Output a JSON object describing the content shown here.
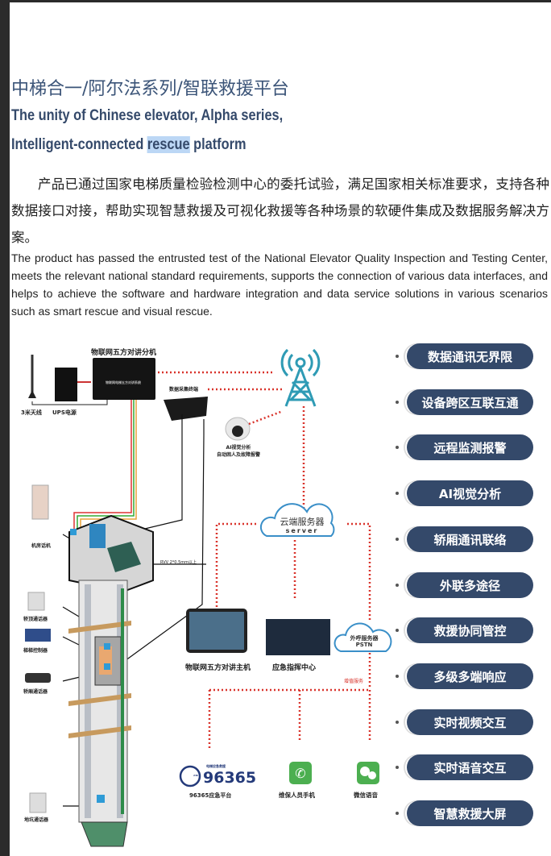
{
  "title_cn": "中梯合一/阿尔法系列/智联救援平台",
  "title_en_line1": "The unity of Chinese elevator, Alpha series,",
  "title_en_line2_before": "Intelligent-connected ",
  "title_en_line2_highlight": "rescue",
  "title_en_line2_after": " platform",
  "desc_cn": "产品已通过国家电梯质量检验检测中心的委托试验，满足国家相关标准要求，支持各种数据接口对接，帮助实现智慧救援及可视化救援等各种场景的软硬件集成及数据服务解决方案。",
  "desc_en": "The product has passed the entrusted test of the National Elevator Quality Inspection and Testing Center, meets the relevant national standard requirements, supports the connection of various data interfaces, and helps to achieve the software and hardware integration and data service solutions in various scenarios such as smart rescue and visual rescue.",
  "diagram": {
    "intercom_unit": "物联网五方对讲分机",
    "intercom_unit_face": "物联网电梯五方对讲系统",
    "antenna": "3米天线",
    "ups": "UPS电源",
    "data_terminal": "数据采集终端",
    "camera_line1": "AI视觉分析",
    "camera_line2": "自动困人及故障报警",
    "machine_room_phone": "机房话机",
    "car_top": "轿顶通话器",
    "controller": "梯梯控制器",
    "car_intercom": "轿厢通话器",
    "pit": "地坑通话器",
    "cable": "RVV 2*0.5mm以上",
    "cloud_cn": "云端服务器",
    "cloud_en": "server",
    "host": "物联网五方对讲主机",
    "command": "应急指挥中心",
    "callout_cn": "外呼服务器",
    "callout_en": "PSTN",
    "value_added": "增值服务",
    "hotline_small": "电梯应急救援",
    "hotline_24h": "24h",
    "hotline_number": "96365",
    "hotline_label": "96365应急平台",
    "phone_label": "维保人员手机",
    "wechat_label": "微信语音"
  },
  "features": [
    "数据通讯无界限",
    "设备跨区互联互通",
    "远程监测报警",
    "AI视觉分析",
    "轿厢通讯联络",
    "外联多途径",
    "救援协同管控",
    "多级多端响应",
    "实时视频交互",
    "实时语音交互",
    "智慧救援大屏"
  ],
  "colors": {
    "pill": "#34496a",
    "title": "#3b5478",
    "dotted": "#d9332b",
    "tower": "#2f9bb5",
    "cloud": "#3a8fc8"
  }
}
